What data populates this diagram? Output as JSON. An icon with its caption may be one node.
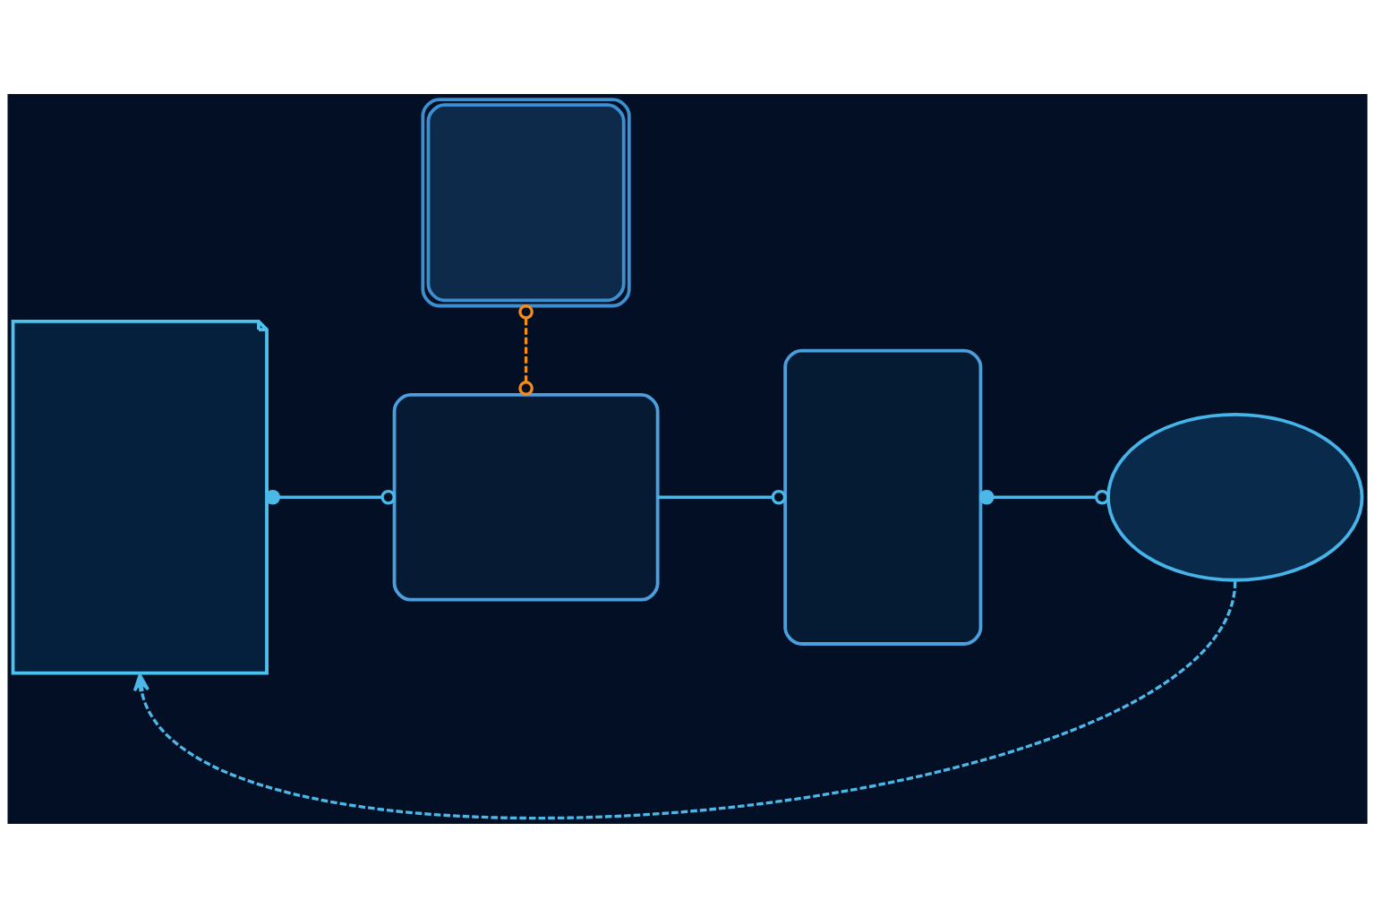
{
  "diagram": {
    "nodes": [
      {
        "text": [],
        "shape": "document"
      },
      {
        "text": [],
        "shape": "picture"
      },
      {
        "text": [],
        "shape": "window"
      },
      {
        "text": [],
        "shape": "box"
      },
      {
        "text": [],
        "shape": "cloud"
      }
    ],
    "edges": [
      {
        "from": 0,
        "to": 2,
        "arrow": "other"
      },
      {
        "from": 1,
        "to": 2,
        "arrow": "other",
        "style": "dashed",
        "color": "#f28c1c"
      },
      {
        "from": 2,
        "to": 3,
        "arrow": "other"
      },
      {
        "from": 3,
        "to": 4,
        "arrow": "other"
      },
      {
        "from": 4,
        "to": 0,
        "arrow": "to",
        "style": "dashed"
      }
    ]
  }
}
